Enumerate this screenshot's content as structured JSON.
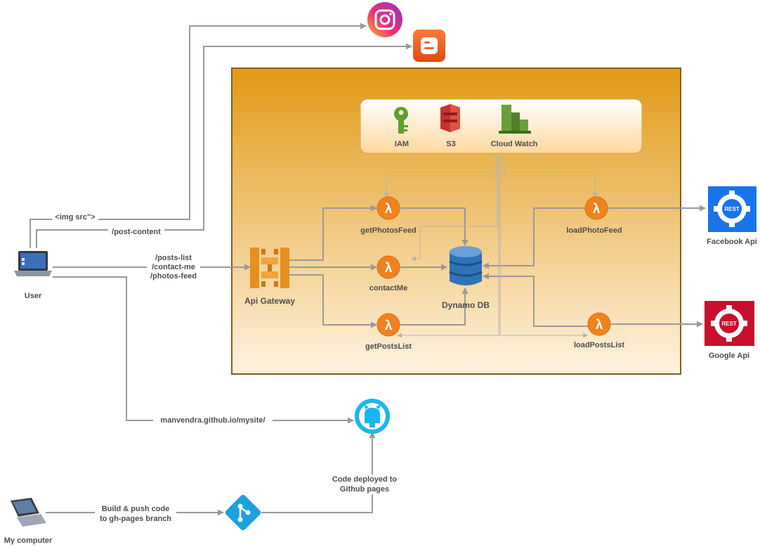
{
  "nodes": {
    "user": "User",
    "my_computer": "My computer",
    "api_gateway": "Api Gateway",
    "dynamo_db": "Dynamo DB",
    "iam": "IAM",
    "s3": "S3",
    "cloud_watch": "Cloud Watch",
    "get_photos_feed": "getPhotosFeed",
    "contact_me": "contactMe",
    "get_posts_list": "getPostsList",
    "load_photo_feed": "loadPhotoFeed",
    "load_posts_list": "loadPostsList",
    "facebook_api": "Facebook Api",
    "google_api": "Google Api",
    "rest_badge": "REST",
    "lambda_glyph": "λ"
  },
  "edges": {
    "img_src": "<img src\">",
    "post_content": "/post-content",
    "api_routes": [
      "/posts-list",
      "/contact-me",
      "/photos-feed"
    ],
    "github_site": "manvendra.github.io/mysite/",
    "build_push": [
      "Build & push code",
      "to gh-pages branch"
    ],
    "code_deployed": [
      "Code deployed to",
      "Github pages"
    ]
  },
  "colors": {
    "aws_orange": "#e8901f",
    "lambda": "#f0821e",
    "dynamo": "#2e73b8",
    "facebook_blue": "#1a73e8",
    "google_red": "#c8102e",
    "github": "#1bb5f0",
    "git": "#1ba1e2"
  }
}
